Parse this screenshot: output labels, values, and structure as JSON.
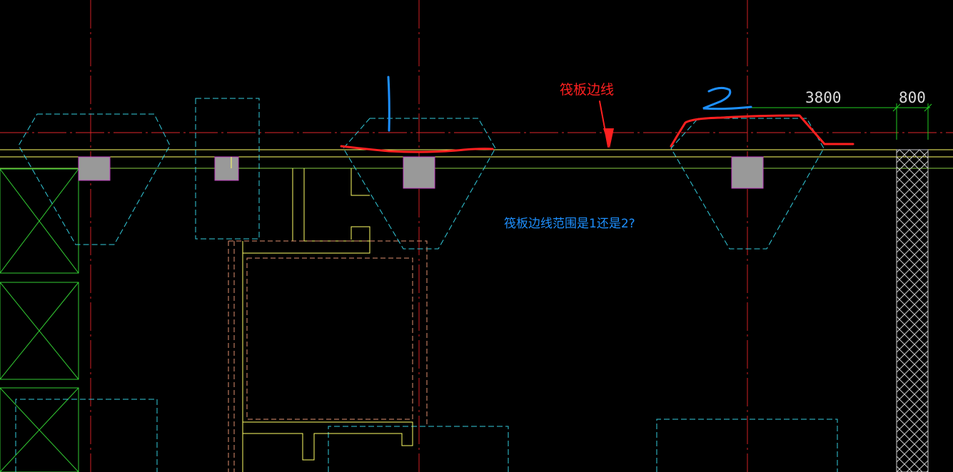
{
  "drawing": {
    "annotations": {
      "raft_edge_label": "筏板边线",
      "question": "筏板边线范围是1还是2?",
      "option_1": "1",
      "option_2": "2"
    },
    "dimensions": {
      "left_value": "3800",
      "right_value": "800"
    },
    "colors": {
      "background": "#000000",
      "axis_line": "#e0262b",
      "grid_line": "#d11f24",
      "raft_outline": "#ffff66",
      "cap_outline": "#33ccdd",
      "column_fill": "#999999",
      "column_edge": "#c040c0",
      "green_cad": "#33cc33",
      "annotation_red": "#ff2020",
      "annotation_blue": "#1e90ff",
      "dim_text": "#dddddd",
      "dim_line": "#22cc22",
      "wall_hatch": "#cccccc",
      "orange_dash": "#e09070"
    }
  }
}
